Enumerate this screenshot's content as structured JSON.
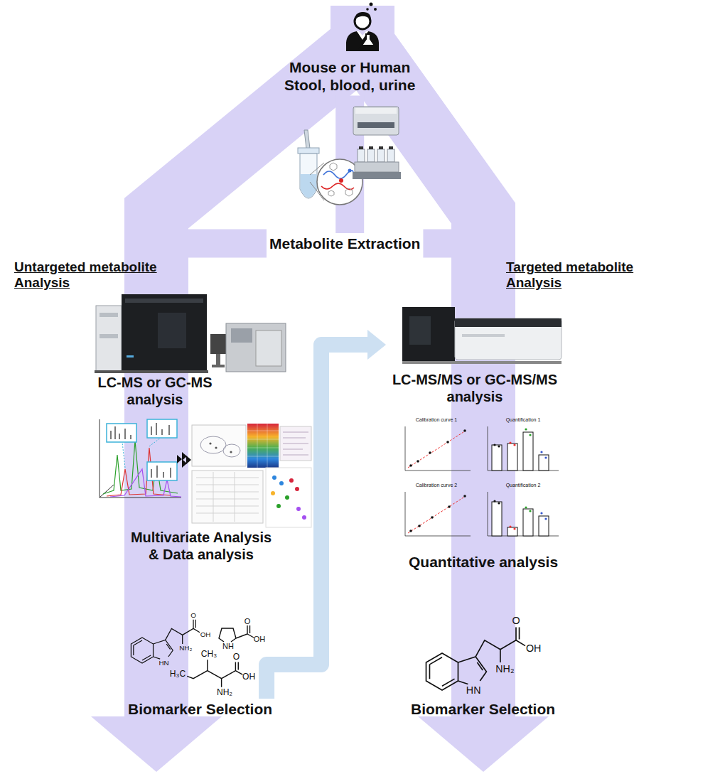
{
  "diagram": {
    "nodes": [
      {
        "text": [
          "Mouse or Human",
          "Stool, blood, urine"
        ]
      },
      {
        "text": [
          "Metabolite Extraction"
        ]
      },
      {
        "text": [
          "LC-MS or GC-MS analysis"
        ]
      },
      {
        "text": [
          "Multivariate Analysis & Data analysis"
        ]
      },
      {
        "text": [
          "Biomarker Selection"
        ]
      },
      {
        "text": [
          "LC-MS/MS or GC-MS/MS analysis"
        ]
      },
      {
        "text": [
          "Quantitative analysis"
        ]
      },
      {
        "text": [
          "Biomarker Selection"
        ]
      }
    ],
    "edges": [
      {
        "from": 0,
        "to": 1,
        "arrow": "none"
      },
      {
        "from": 1,
        "to": 2,
        "arrow": "none"
      },
      {
        "from": 2,
        "to": 3,
        "arrow": "none"
      },
      {
        "from": 3,
        "to": 4,
        "arrow": "none"
      },
      {
        "from": 1,
        "to": 5,
        "arrow": "none"
      },
      {
        "from": 5,
        "to": 6,
        "arrow": "none"
      },
      {
        "from": 6,
        "to": 7,
        "arrow": "none"
      },
      {
        "from": 4,
        "to": 5,
        "arrow": "to"
      }
    ],
    "labels": [
      "Untargeted metabolite Analysis",
      "Targeted metabolite Analysis",
      "Calibration curve 1",
      "Quantification 1",
      "Calibration curve 2",
      "Quantification 2",
      "HN",
      "NH₂",
      "OH",
      "O",
      "NH",
      "OH",
      "O",
      "H₃C",
      "CH₃",
      "NH₂",
      "OH",
      "O",
      "HN",
      "NH₂",
      "OH",
      "O"
    ]
  }
}
